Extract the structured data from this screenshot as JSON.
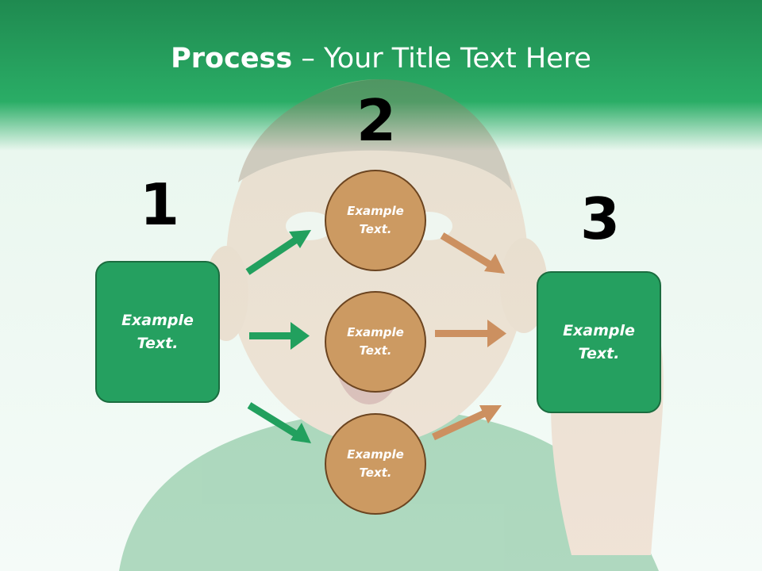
{
  "title": {
    "bold": "Process",
    "rest": " – Your Title Text Here"
  },
  "steps": {
    "n1": "1",
    "n2": "2",
    "n3": "3"
  },
  "left_box": {
    "text": "Example\nText."
  },
  "right_box": {
    "text": "Example\nText."
  },
  "circles": [
    {
      "text": "Example\nText."
    },
    {
      "text": "Example\nText."
    },
    {
      "text": "Example\nText."
    }
  ],
  "colors": {
    "green": "#25a060",
    "orange": "#cc9a62",
    "header": "#2aad66"
  }
}
